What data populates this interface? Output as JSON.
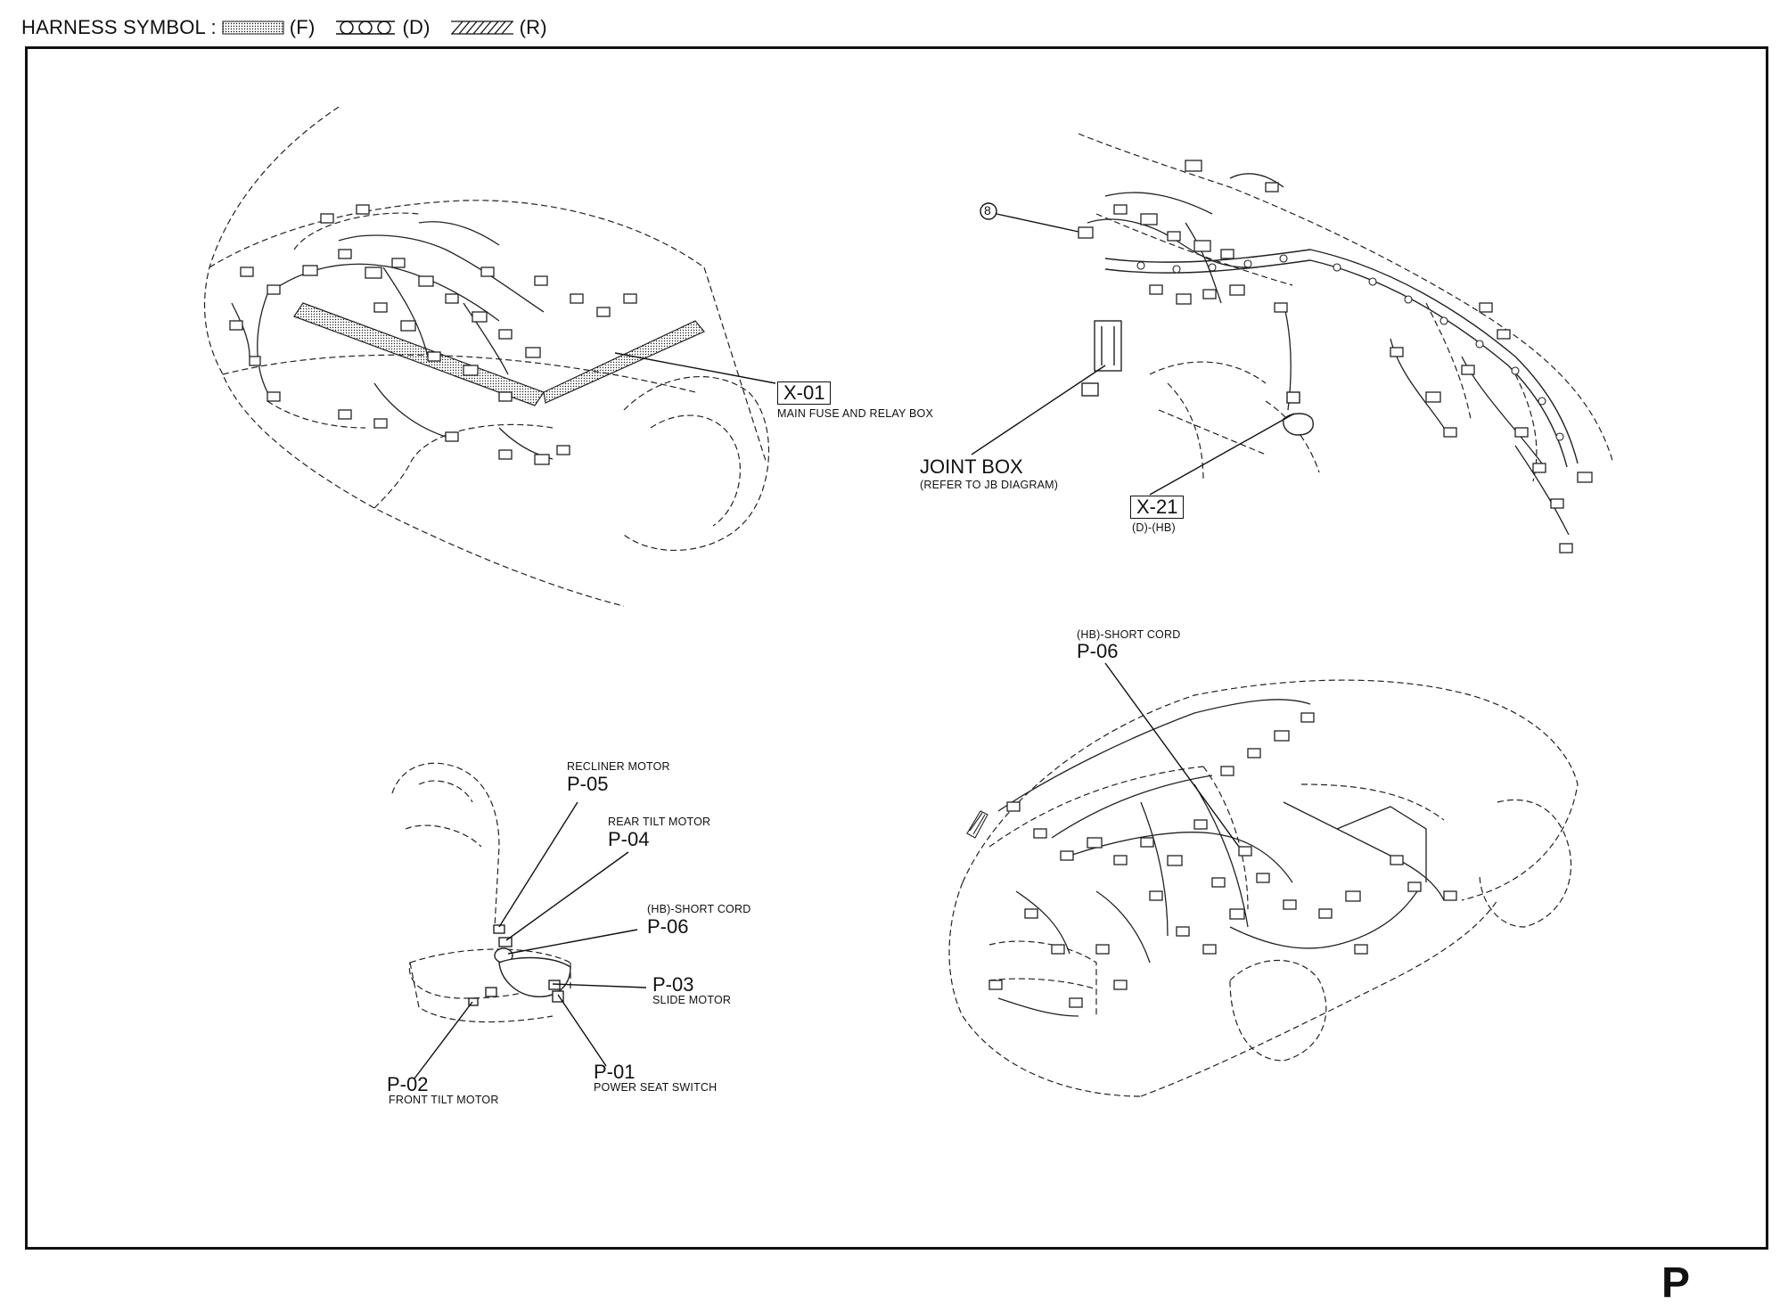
{
  "header": {
    "prefix": "HARNESS SYMBOL :",
    "symbols": [
      {
        "code": "(F)",
        "pattern": "dotted"
      },
      {
        "code": "(D)",
        "pattern": "circles"
      },
      {
        "code": "(R)",
        "pattern": "hatched"
      }
    ]
  },
  "callouts": {
    "x01": {
      "code": "X-01",
      "desc": "MAIN FUSE AND RELAY BOX"
    },
    "joint_box": {
      "title": "JOINT BOX",
      "desc": "(REFER TO JB DIAGRAM)"
    },
    "x21": {
      "code": "X-21",
      "desc": "(D)-(HB)"
    },
    "eight": "8",
    "p06_top": {
      "desc": "(HB)-SHORT CORD",
      "code": "P-06"
    },
    "p05": {
      "desc": "RECLINER MOTOR",
      "code": "P-05"
    },
    "p04": {
      "desc": "REAR TILT MOTOR",
      "code": "P-04"
    },
    "p06_seat": {
      "desc": "(HB)-SHORT CORD",
      "code": "P-06"
    },
    "p03": {
      "code": "P-03",
      "desc": "SLIDE MOTOR"
    },
    "p01": {
      "code": "P-01",
      "desc": "POWER SEAT SWITCH"
    },
    "p02": {
      "code": "P-02",
      "desc": "FRONT TILT MOTOR"
    }
  },
  "page_letter": "P"
}
